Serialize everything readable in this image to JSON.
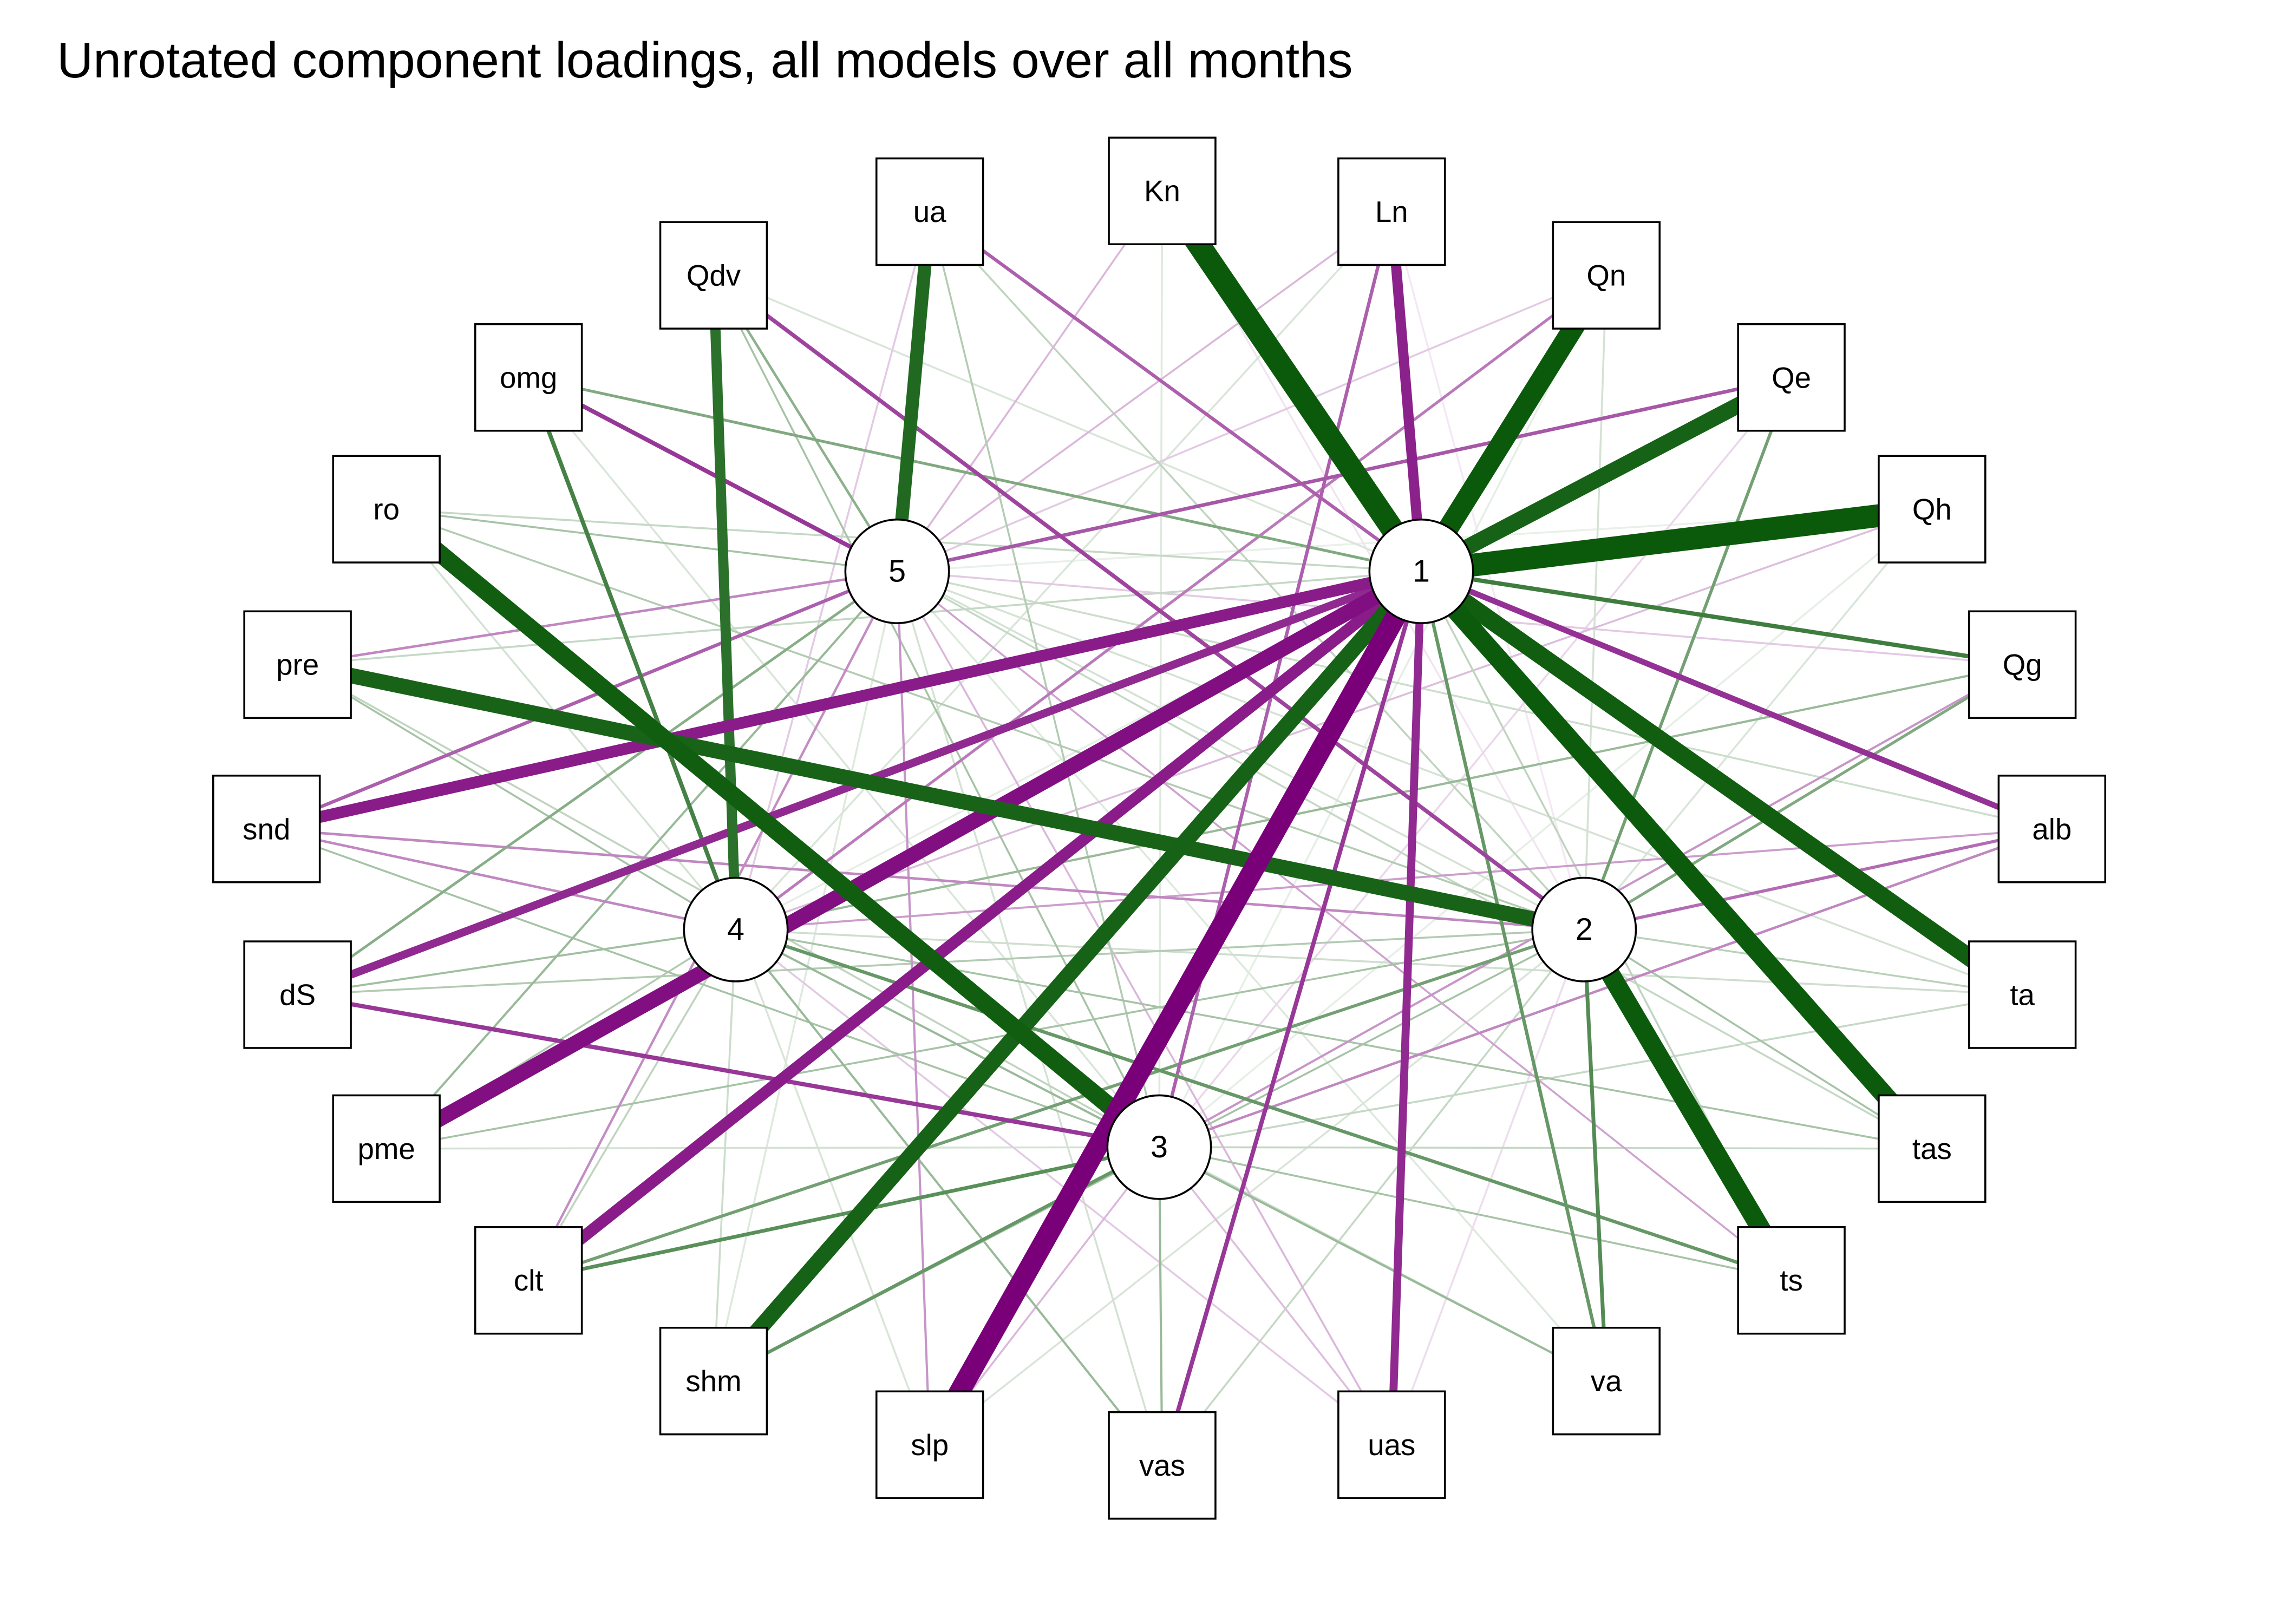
{
  "title": "Unrotated component loadings, all models over all months",
  "colors": {
    "positive": "#0b5a0b",
    "negative": "#7a007a",
    "node_fill": "#ffffff",
    "node_stroke": "#000000"
  },
  "components": [
    "1",
    "2",
    "3",
    "4",
    "5"
  ],
  "variables": [
    "Kn",
    "Ln",
    "Qn",
    "Qe",
    "Qh",
    "Qg",
    "alb",
    "ta",
    "tas",
    "ts",
    "va",
    "uas",
    "vas",
    "slp",
    "shm",
    "clt",
    "pme",
    "dS",
    "snd",
    "pre",
    "ro",
    "omg",
    "Qdv",
    "ua"
  ],
  "loadings": [
    {
      "var": "Kn",
      "values": [
        0.95,
        -0.05,
        0.08,
        0.03,
        -0.22
      ]
    },
    {
      "var": "Ln",
      "values": [
        -0.78,
        -0.04,
        -0.55,
        0.1,
        -0.22
      ]
    },
    {
      "var": "Qn",
      "values": [
        0.92,
        0.12,
        0.05,
        -0.45,
        -0.15
      ]
    },
    {
      "var": "Qe",
      "values": [
        0.86,
        0.5,
        -0.1,
        0.05,
        -0.58
      ]
    },
    {
      "var": "Qh",
      "values": [
        0.95,
        0.1,
        0.05,
        -0.2,
        0.04
      ]
    },
    {
      "var": "Qg",
      "values": [
        0.7,
        0.45,
        -0.35,
        0.35,
        -0.15
      ]
    },
    {
      "var": "alb",
      "values": [
        -0.72,
        -0.5,
        -0.4,
        -0.32,
        0.15
      ]
    },
    {
      "var": "ta",
      "values": [
        0.88,
        0.22,
        0.18,
        0.14,
        0.12
      ]
    },
    {
      "var": "tas",
      "values": [
        0.9,
        0.3,
        0.18,
        0.3,
        0.18
      ]
    },
    {
      "var": "ts",
      "values": [
        0.2,
        0.9,
        0.3,
        0.55,
        -0.3
      ]
    },
    {
      "var": "va",
      "values": [
        0.55,
        0.62,
        0.15,
        0.35,
        0.08
      ]
    },
    {
      "var": "uas",
      "values": [
        -0.75,
        -0.08,
        -0.2,
        -0.15,
        -0.22
      ]
    },
    {
      "var": "vas",
      "values": [
        -0.7,
        0.18,
        0.35,
        0.35,
        0.12
      ]
    },
    {
      "var": "slp",
      "values": [
        -0.92,
        0.1,
        -0.22,
        0.1,
        -0.35
      ]
    },
    {
      "var": "shm",
      "values": [
        0.86,
        0.3,
        0.55,
        0.15,
        0.08
      ]
    },
    {
      "var": "clt",
      "values": [
        -0.8,
        0.5,
        0.6,
        0.2,
        -0.38
      ]
    },
    {
      "var": "pme",
      "values": [
        -0.85,
        0.3,
        0.12,
        0.25,
        0.35
      ]
    },
    {
      "var": "dS",
      "values": [
        -0.75,
        0.25,
        -0.7,
        0.32,
        0.42
      ]
    },
    {
      "var": "snd",
      "values": [
        -0.8,
        -0.4,
        0.3,
        -0.4,
        -0.55
      ]
    },
    {
      "var": "pre",
      "values": [
        0.18,
        0.85,
        0.2,
        0.3,
        -0.4
      ]
    },
    {
      "var": "ro",
      "values": [
        0.18,
        0.25,
        0.88,
        0.12,
        0.3
      ]
    },
    {
      "var": "omg",
      "values": [
        0.45,
        0.12,
        0.1,
        0.68,
        -0.7
      ]
    },
    {
      "var": "Qdv",
      "values": [
        0.1,
        -0.65,
        0.3,
        0.78,
        0.4
      ]
    },
    {
      "var": "ua",
      "values": [
        -0.55,
        0.2,
        0.25,
        -0.15,
        0.82
      ]
    }
  ]
}
